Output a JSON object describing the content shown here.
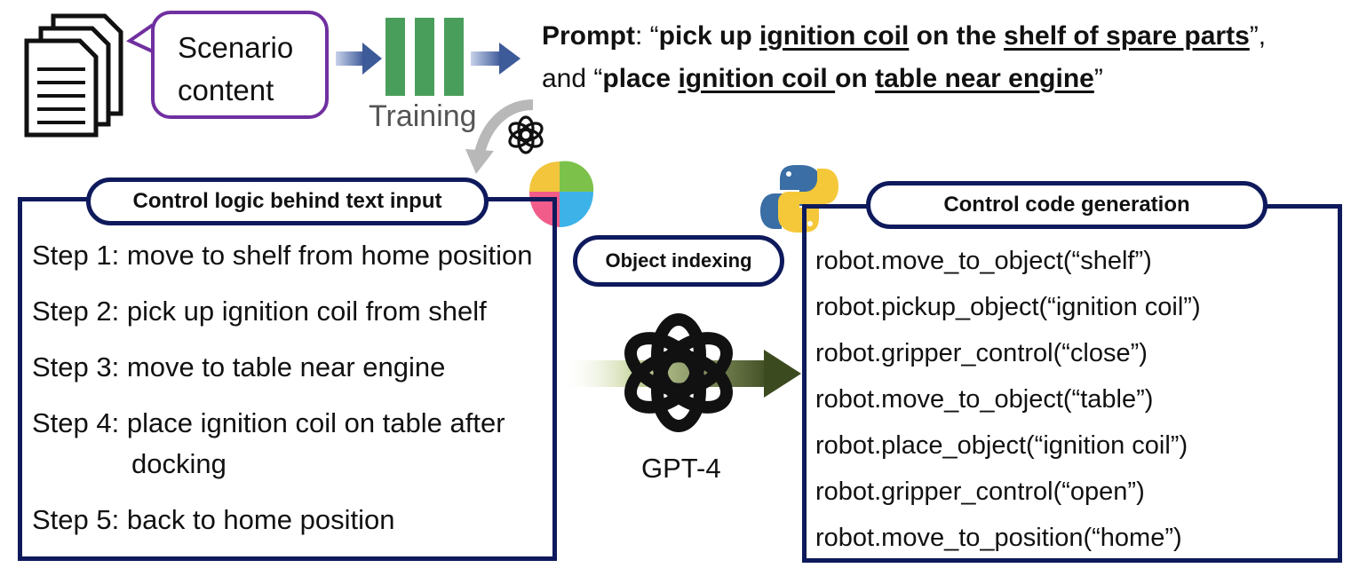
{
  "scenario": {
    "line1": "Scenario",
    "line2": "content"
  },
  "training": {
    "label": "Training"
  },
  "prompt": {
    "line1": {
      "lead": "Prompt",
      "colon": ": “",
      "verb": "pick up ",
      "obj": "ignition coil",
      "mid": " on the ",
      "loc": "shelf of spare parts",
      "tail": "”,"
    },
    "line2": {
      "lead": "and “",
      "verb": "place ",
      "obj": "ignition coil ",
      "mid": "on ",
      "loc": "table near engine",
      "tail": "”"
    }
  },
  "left_panel": {
    "title": "Control logic behind text input",
    "steps": [
      {
        "label": "Step 1:",
        "text": "move to shelf from home position"
      },
      {
        "label": "Step 2:",
        "text": "pick up ignition coil from shelf"
      },
      {
        "label": "Step 3:",
        "text": "move to table near engine"
      },
      {
        "label": "Step 4:",
        "text": "place ignition coil on table after",
        "cont": "docking"
      },
      {
        "label": "Step 5:",
        "text": "back to home position"
      }
    ]
  },
  "middle": {
    "pill": "Object indexing",
    "model": "GPT-4"
  },
  "right_panel": {
    "title": "Control code generation",
    "lines": [
      "robot.move_to_object(“shelf”)",
      "robot.pickup_object(“ignition coil”)",
      "robot.gripper_control(“close”)",
      "robot.move_to_object(“table”)",
      "robot.place_object(“ignition coil”)",
      "robot.gripper_control(“open”)",
      "robot.move_to_position(“home”)"
    ]
  },
  "icons": [
    "documents-icon",
    "training-bars-icon",
    "openai-logo-icon",
    "brain-puzzle-icon",
    "python-logo-icon",
    "openai-large-logo-icon"
  ],
  "colors": {
    "navy": "#0e1a5c",
    "purple": "#7030a0",
    "green": "#4a9e5c",
    "arrow_blue": "#3d5a99",
    "olive": "#4a5a2a"
  }
}
